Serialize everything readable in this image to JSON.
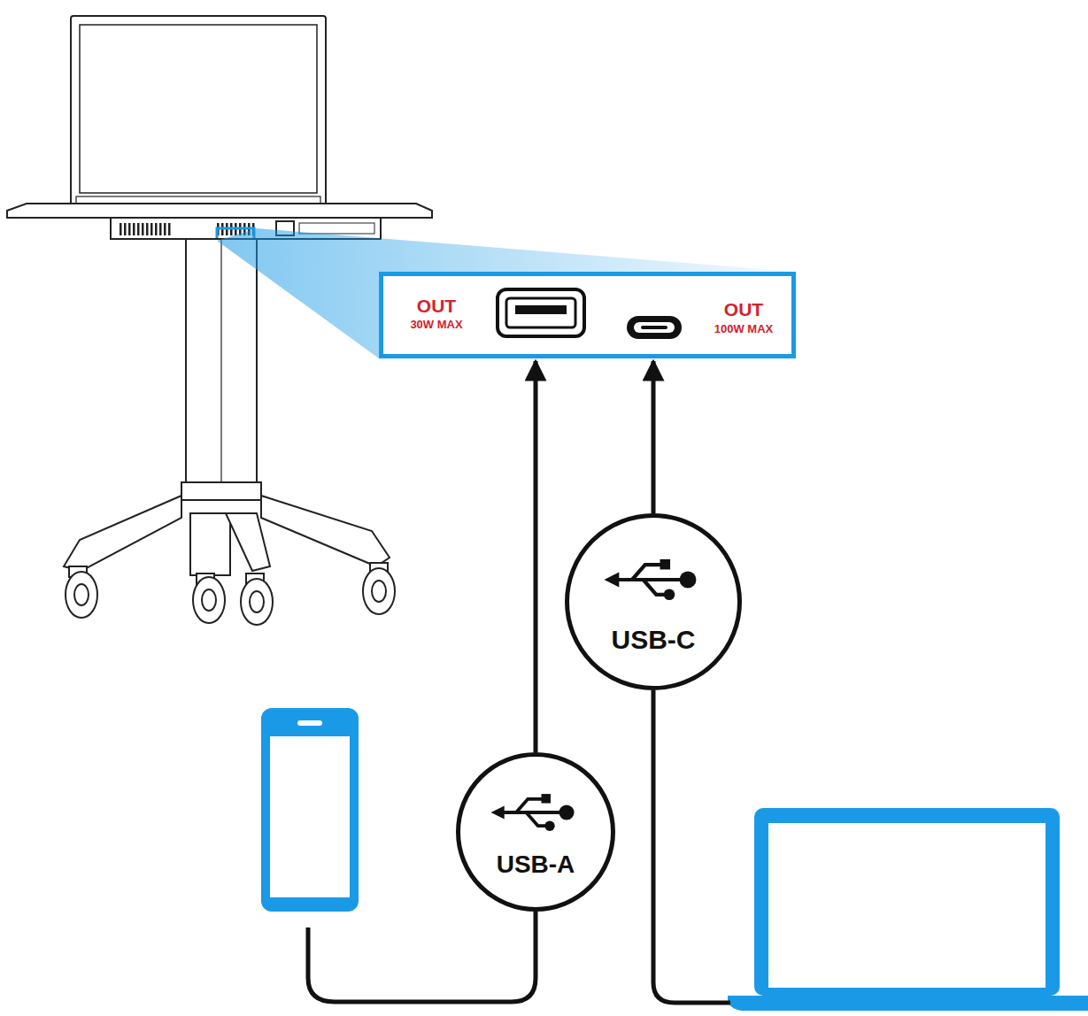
{
  "diagram": {
    "nodes": [
      {
        "text": [
          "OUT",
          "30W MAX",
          "OUT",
          "100W MAX"
        ]
      },
      {
        "text": [
          "USB-C"
        ]
      },
      {
        "text": [
          "USB-A"
        ]
      }
    ],
    "edges": [
      {
        "from": 1,
        "to": 0,
        "arrow": "to"
      },
      {
        "from": 2,
        "to": 0,
        "arrow": "to"
      }
    ]
  }
}
